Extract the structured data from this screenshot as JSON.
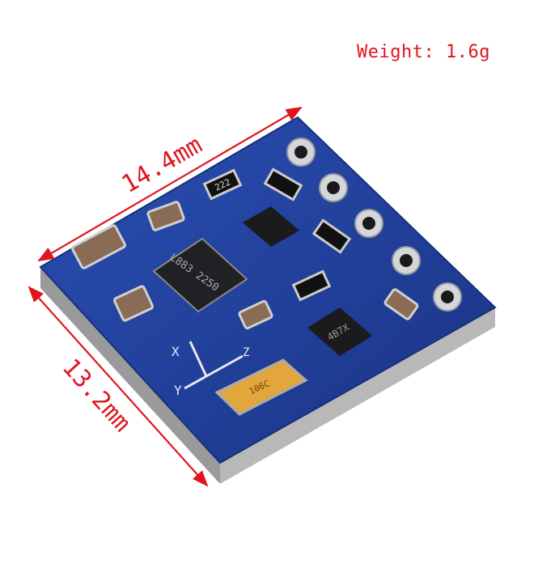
{
  "weight_label": "Weight: 1.6g",
  "dimensions": {
    "width": "14.4mm",
    "height": "13.2mm"
  },
  "components": {
    "resistor_label": "222",
    "chip_label": "L883 2250",
    "transistor_label": "4B7X",
    "capacitor_label": "106C",
    "axis_labels": [
      "X",
      "Y",
      "Z"
    ]
  },
  "colors": {
    "annotation": "#e0141e",
    "pcb": "#1f3f9a",
    "pad": "#cfd0d4",
    "capacitor": "#e2a63c"
  }
}
